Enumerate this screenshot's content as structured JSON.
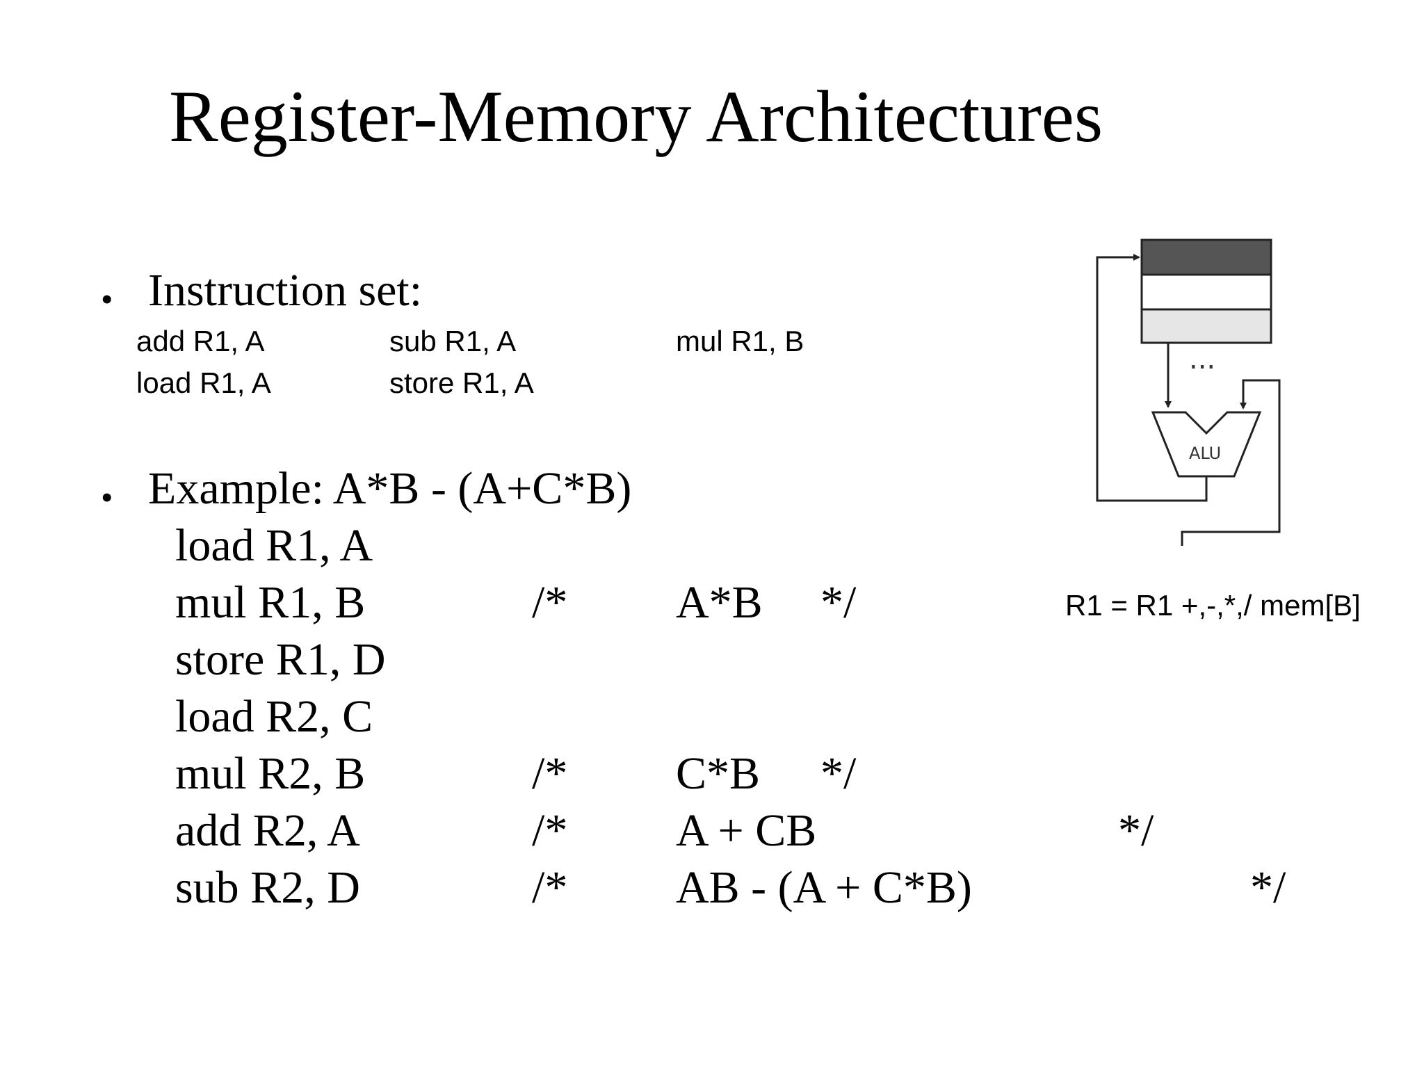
{
  "slide": {
    "title": "Register-Memory Architectures",
    "bullets": [
      {
        "marker": "•",
        "text": "Instruction set:"
      },
      {
        "marker": "•",
        "text": "Example: A*B - (A+C*B)"
      }
    ],
    "instruction_set": {
      "row1": [
        "add R1, A",
        "sub R1, A",
        "mul R1, B"
      ],
      "row2": [
        "load R1, A",
        "store R1, A"
      ]
    },
    "example_code": [
      {
        "instr": "load R1, A",
        "open": "",
        "expr": "",
        "close": ""
      },
      {
        "instr": "mul R1, B",
        "open": "/*",
        "expr": "A*B",
        "close": "*/"
      },
      {
        "instr": "store R1, D",
        "open": "",
        "expr": "",
        "close": ""
      },
      {
        "instr": "load R2, C",
        "open": "",
        "expr": "",
        "close": ""
      },
      {
        "instr": "mul R2, B",
        "open": "/*",
        "expr": "C*B",
        "close": "*/"
      },
      {
        "instr": "add R2, A",
        "open": "/*",
        "expr": "A + CB",
        "close": "*/"
      },
      {
        "instr": "sub R2, D",
        "open": "/*",
        "expr": "AB - (A + C*B)",
        "close": "*/"
      }
    ],
    "diagram": {
      "ellipsis": "...",
      "alu_label": "ALU",
      "formula": "R1 = R1 +,-,*,/ mem[B]"
    }
  }
}
